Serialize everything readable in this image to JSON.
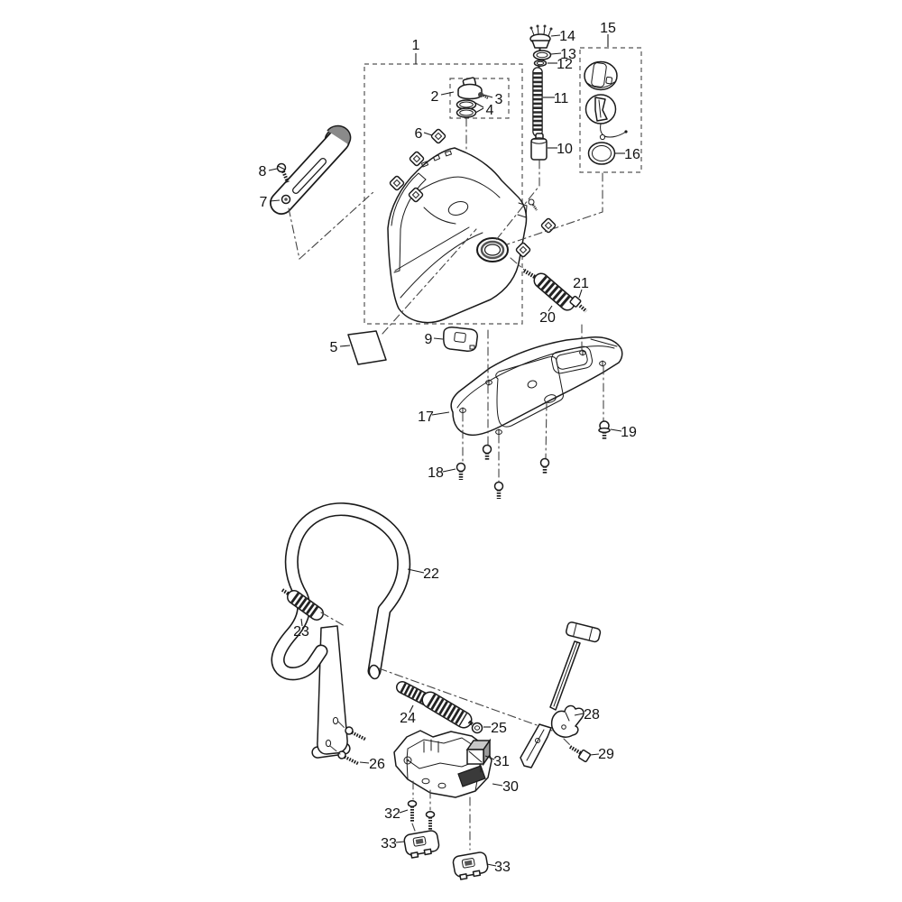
{
  "diagram": {
    "background": "#ffffff",
    "line_color": "#1a1a1a",
    "shade_color": "#8a8a8a",
    "dark_color": "#3a3a3a",
    "callouts": [
      {
        "label": "1"
      },
      {
        "label": "2"
      },
      {
        "label": "3"
      },
      {
        "label": "4"
      },
      {
        "label": "5"
      },
      {
        "label": "6"
      },
      {
        "label": "7"
      },
      {
        "label": "8"
      },
      {
        "label": "9"
      },
      {
        "label": "10"
      },
      {
        "label": "11"
      },
      {
        "label": "12"
      },
      {
        "label": "13"
      },
      {
        "label": "14"
      },
      {
        "label": "15"
      },
      {
        "label": "16"
      },
      {
        "label": "17"
      },
      {
        "label": "18"
      },
      {
        "label": "19"
      },
      {
        "label": "20"
      },
      {
        "label": "21"
      },
      {
        "label": "22"
      },
      {
        "label": "23"
      },
      {
        "label": "24"
      },
      {
        "label": "25"
      },
      {
        "label": "26"
      },
      {
        "label": "28"
      },
      {
        "label": "29"
      },
      {
        "label": "30"
      },
      {
        "label": "31"
      },
      {
        "label": "32"
      },
      {
        "label": "33"
      },
      {
        "label": "33"
      }
    ]
  }
}
